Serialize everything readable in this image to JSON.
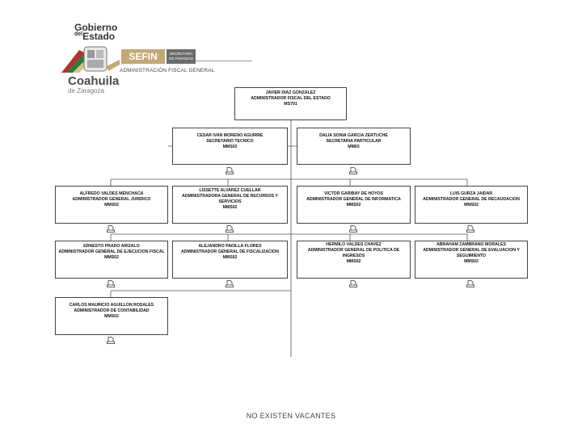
{
  "header": {
    "gobierno_line1": "Gobierno",
    "gobierno_de": "del",
    "gobierno_line2": "Estado",
    "state_name": "Coahuila",
    "state_sub": "de Zaragoza",
    "sefin": "SEFIN",
    "secretaria_line1": "SECRETARÍA",
    "secretaria_line2": "DE FINANZAS",
    "admin_fiscal": "ADMINISTRACIÓN FISCAL GENERAL"
  },
  "org": {
    "root": {
      "name": "JAVIER DIAZ GONZALEZ",
      "role": "ADMINISTRADOR FISCAL DEL ESTADO",
      "code": "MS701"
    },
    "staff": [
      {
        "name": "CESAR IVAN MORENO AGUIRRE",
        "role": "SECRETARIO TECNICO",
        "code": "MMS02"
      },
      {
        "name": "DALIA SONIA GARCIA ZERTUCHE",
        "role": "SECRETARIA PARTICULAR",
        "code": "MM03"
      }
    ],
    "row1": [
      {
        "name": "ALFREDO VALDES MENCHACA",
        "role": "ADMINISTRADOR GENERAL JURIDICO",
        "code": "MMS02"
      },
      {
        "name": "LISSETTE ALVAREZ CUELLAR",
        "role": "ADMINISTRADORA GENERAL DE RECURSOS Y SERVICIOS",
        "code": "MMS02"
      },
      {
        "name": "VICTOR GARIBAY DE HOYOS",
        "role": "ADMINISTRADOR GENERAL DE INFORMATICA",
        "code": "MMS02"
      },
      {
        "name": "LUIS GURZA JAIDAR",
        "role": "ADMINISTRADOR GENERAL DE RECAUDACION",
        "code": "MMS02"
      }
    ],
    "row2": [
      {
        "name": "ERNESTO PRADO ARIZALO",
        "role": "ADMINISTRADOR GENERAL DE EJECUCION FISCAL",
        "code": "MMS02"
      },
      {
        "name": "ALEJANDRO PADILLA FLORES",
        "role": "ADMINISTRADOR GENERAL DE FISCALIZACION",
        "code": "MMS02"
      },
      {
        "name": "HERMILO VALDES CHAVEZ",
        "role": "ADMINISTRADOR GENERAL DE POLITICA DE INGRESOS",
        "code": "MMS02"
      },
      {
        "name": "ABRAHAM ZAMBRANO MORALES",
        "role": "ADMINISTRADOR GENERAL DE EVALUACION Y SEGUIMIENTO",
        "code": "MMS02"
      }
    ],
    "row3": [
      {
        "name": "CARLOS MAURICIO AGUILLON ROSALES",
        "role": "ADMINISTRADOR DE CONTABILIDAD",
        "code": "MMS02"
      }
    ]
  },
  "footer": {
    "note": "NO EXISTEN VACANTES"
  },
  "colors": {
    "sefin_gold": "#c3a878",
    "secretaria_gray": "#6b6b6b",
    "seal_red": "#b5302c",
    "seal_green": "#2f7a3c"
  }
}
